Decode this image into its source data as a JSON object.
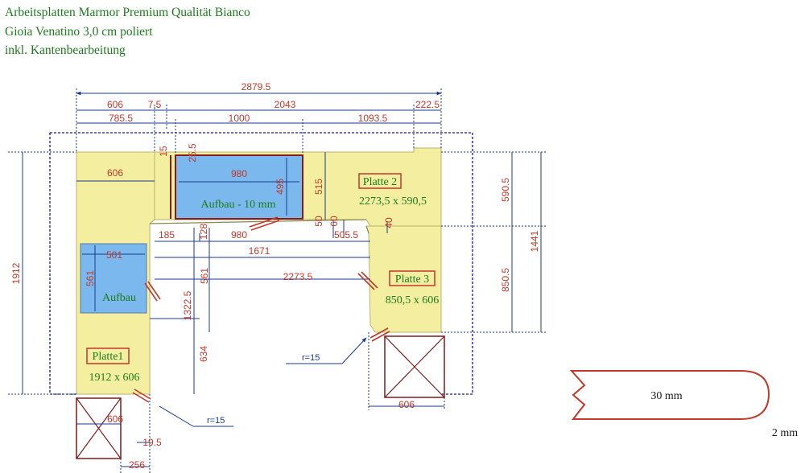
{
  "header": {
    "line1": "Arbeitsplatten Marmor Premium Qualität Bianco",
    "line2": "Gioia Venatino 3,0 cm poliert",
    "line3": "inkl. Kantenbearbeitung"
  },
  "plates": {
    "p1_name": "Platte1",
    "p1_size": "1912 x 606",
    "p2_name": "Platte 2",
    "p2_size": "2273,5 x 590,5",
    "p3_name": "Platte 3",
    "p3_size": "850,5 x 606"
  },
  "cutouts": {
    "a1": "Aufbau",
    "a2": "Aufbau - 10 mm"
  },
  "dims": {
    "total": "2879.5",
    "d606a": "606",
    "d7_5": "7.5",
    "d2043": "2043",
    "d222_5": "222.5",
    "d785_5": "785.5",
    "d1000": "1000",
    "d1093_5": "1093.5",
    "d606b": "606",
    "d980a": "980",
    "d15": "15",
    "d25_5": "25.5",
    "d495": "495",
    "d515": "515",
    "d590_5": "590.5",
    "d1441": "1441",
    "d1912": "1912",
    "d501": "501",
    "d561a": "561",
    "d185": "185",
    "d128": "128",
    "d980b": "980",
    "d50": "50",
    "d505_5": "505.5",
    "d60": "60",
    "d40": "40",
    "d1671": "1671",
    "d2273_5": "2273.5",
    "d561b": "561",
    "d1322_5": "1322.5",
    "d634": "634",
    "d850_5": "850.5",
    "d606c": "606",
    "d606d": "606",
    "d19_5": "19.5",
    "d256": "256"
  },
  "radii": {
    "r1": "r=15",
    "r2": "r=15"
  },
  "edge": {
    "thickness": "30 mm",
    "radius": "2 mm"
  },
  "colors": {
    "plate": "#f4efa0",
    "sink": "#7ab8ee",
    "dimension": "#c0392b",
    "label": "#1e7b1e",
    "outline": "#1a1a8c"
  }
}
